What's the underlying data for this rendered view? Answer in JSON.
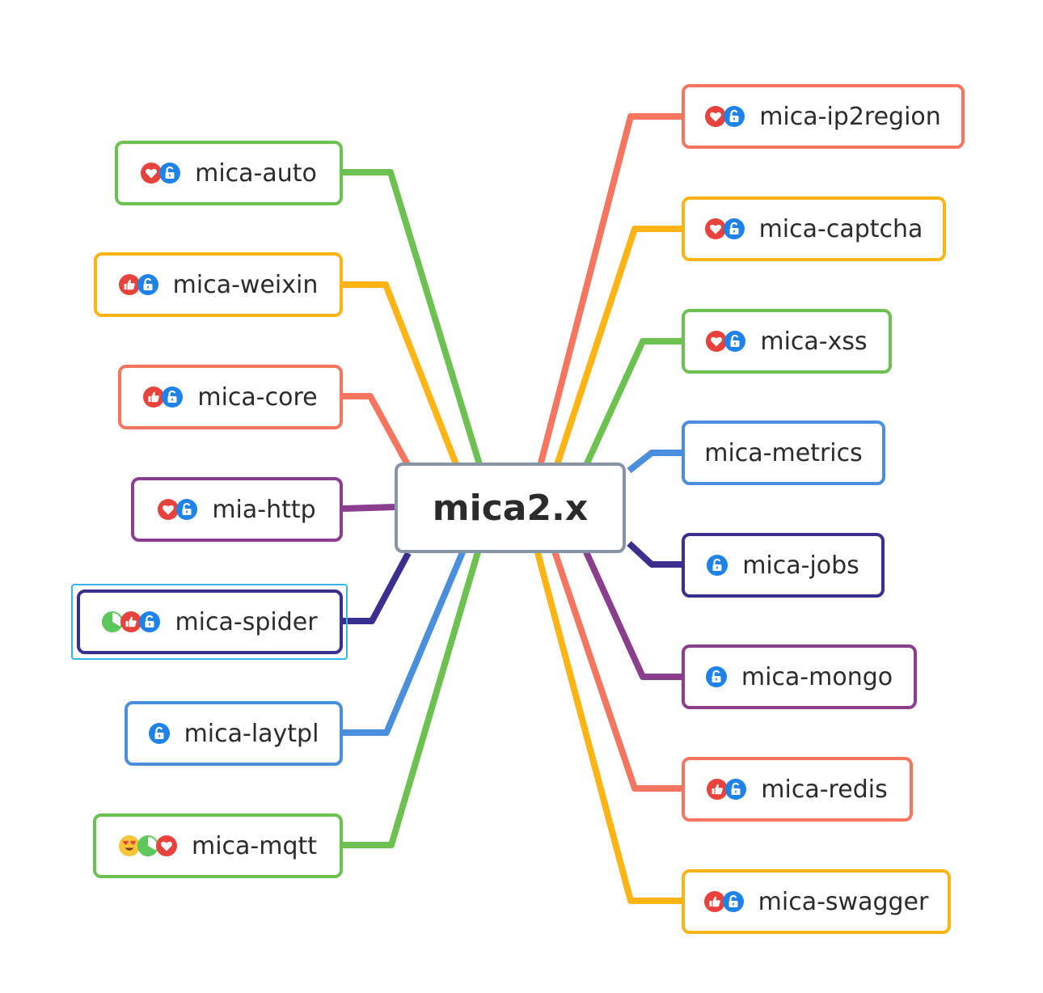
{
  "center": {
    "title": "mica2.x"
  },
  "colors": {
    "green": "#6cc150",
    "orange": "#fdb414",
    "red": "#f47560",
    "purple": "#8b3e8e",
    "navy": "#3a2f8e",
    "blue": "#4a8fdb",
    "selection": "#35b7ee",
    "center_border": "#8794a6"
  },
  "left_nodes": [
    {
      "label": "mica-auto",
      "color": "green",
      "icons": [
        "heart-icon",
        "lock-icon"
      ]
    },
    {
      "label": "mica-weixin",
      "color": "orange",
      "icons": [
        "thumbs-up-icon",
        "lock-icon"
      ]
    },
    {
      "label": "mica-core",
      "color": "red",
      "icons": [
        "thumbs-up-icon",
        "lock-icon"
      ]
    },
    {
      "label": "mia-http",
      "color": "purple",
      "icons": [
        "heart-icon",
        "lock-icon"
      ]
    },
    {
      "label": "mica-spider",
      "color": "navy",
      "icons": [
        "progress-pie-icon",
        "thumbs-up-icon",
        "lock-icon"
      ],
      "selected": true
    },
    {
      "label": "mica-laytpl",
      "color": "blue",
      "icons": [
        "lock-icon"
      ]
    },
    {
      "label": "mica-mqtt",
      "color": "green",
      "icons": [
        "heart-eyes-emoji-icon",
        "progress-pie-icon",
        "heart-icon"
      ]
    }
  ],
  "right_nodes": [
    {
      "label": "mica-ip2region",
      "color": "red",
      "icons": [
        "heart-icon",
        "lock-icon"
      ]
    },
    {
      "label": "mica-captcha",
      "color": "orange",
      "icons": [
        "heart-icon",
        "lock-icon"
      ]
    },
    {
      "label": "mica-xss",
      "color": "green",
      "icons": [
        "heart-icon",
        "lock-icon"
      ]
    },
    {
      "label": "mica-metrics",
      "color": "blue",
      "icons": []
    },
    {
      "label": "mica-jobs",
      "color": "navy",
      "icons": [
        "lock-icon"
      ]
    },
    {
      "label": "mica-mongo",
      "color": "purple",
      "icons": [
        "lock-icon"
      ]
    },
    {
      "label": "mica-redis",
      "color": "red",
      "icons": [
        "thumbs-up-icon",
        "lock-icon"
      ]
    },
    {
      "label": "mica-swagger",
      "color": "orange",
      "icons": [
        "thumbs-up-icon",
        "lock-icon"
      ]
    }
  ]
}
